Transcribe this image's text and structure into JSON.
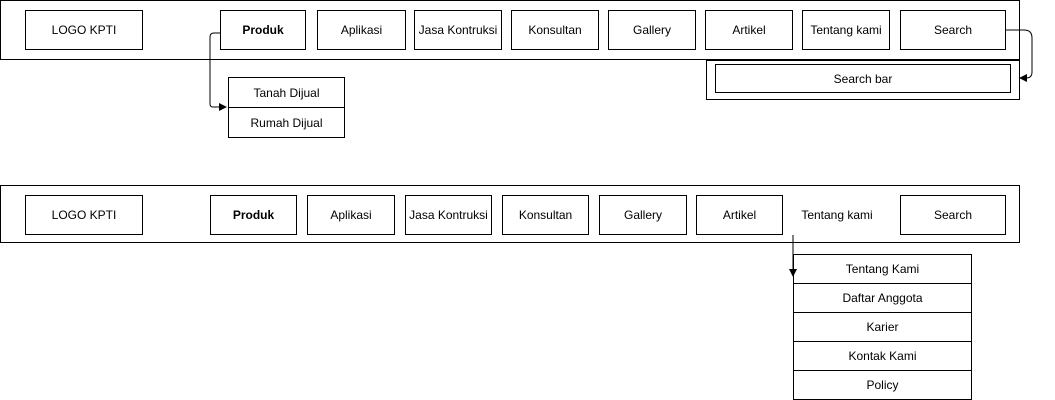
{
  "nav1": {
    "logo": "LOGO KPTI",
    "items": [
      "Produk",
      "Aplikasi",
      "Jasa Kontruksi",
      "Konsultan",
      "Gallery",
      "Artikel",
      "Tentang kami",
      "Search"
    ]
  },
  "produk_dropdown": [
    "Tanah Dijual",
    "Rumah Dijual"
  ],
  "search_panel": {
    "field": "Search bar"
  },
  "nav2": {
    "logo": "LOGO KPTI",
    "items": [
      "Produk",
      "Aplikasi",
      "Jasa Kontruksi",
      "Konsultan",
      "Gallery",
      "Artikel",
      "Tentang kami",
      "Search"
    ]
  },
  "tentang_dropdown": [
    "Tentang Kami",
    "Daftar Anggota",
    "Karier",
    "Kontak Kami",
    "Policy"
  ]
}
